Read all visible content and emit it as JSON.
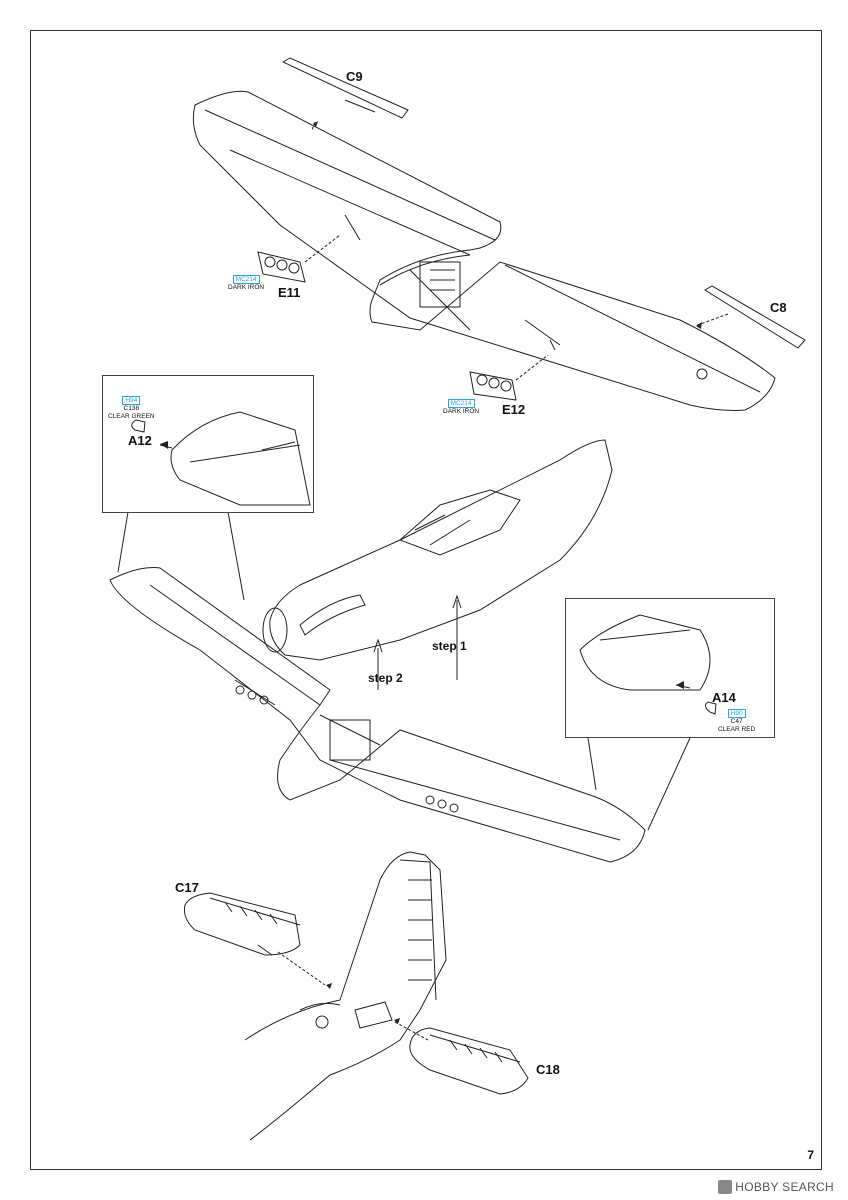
{
  "parts": {
    "c9": "C9",
    "c8": "C8",
    "e11": "E11",
    "e12": "E12",
    "a12": "A12",
    "a14": "A14",
    "c17": "C17",
    "c18": "C18"
  },
  "paints": {
    "e11": {
      "code": "MC214",
      "name": "DARK IRON"
    },
    "e12": {
      "code": "MC214",
      "name": "DARK IRON"
    },
    "a12": {
      "code": "H94",
      "sub": "C138",
      "name": "CLEAR GREEN"
    },
    "a14": {
      "code": "H90",
      "sub": "C47",
      "name": "CLEAR RED"
    }
  },
  "steps": {
    "step1": "step 1",
    "step2": "step 2"
  },
  "page_number": "7",
  "watermark": "HOBBY SEARCH",
  "colors": {
    "paint_code": "#2aa7d6",
    "line": "#222222"
  }
}
